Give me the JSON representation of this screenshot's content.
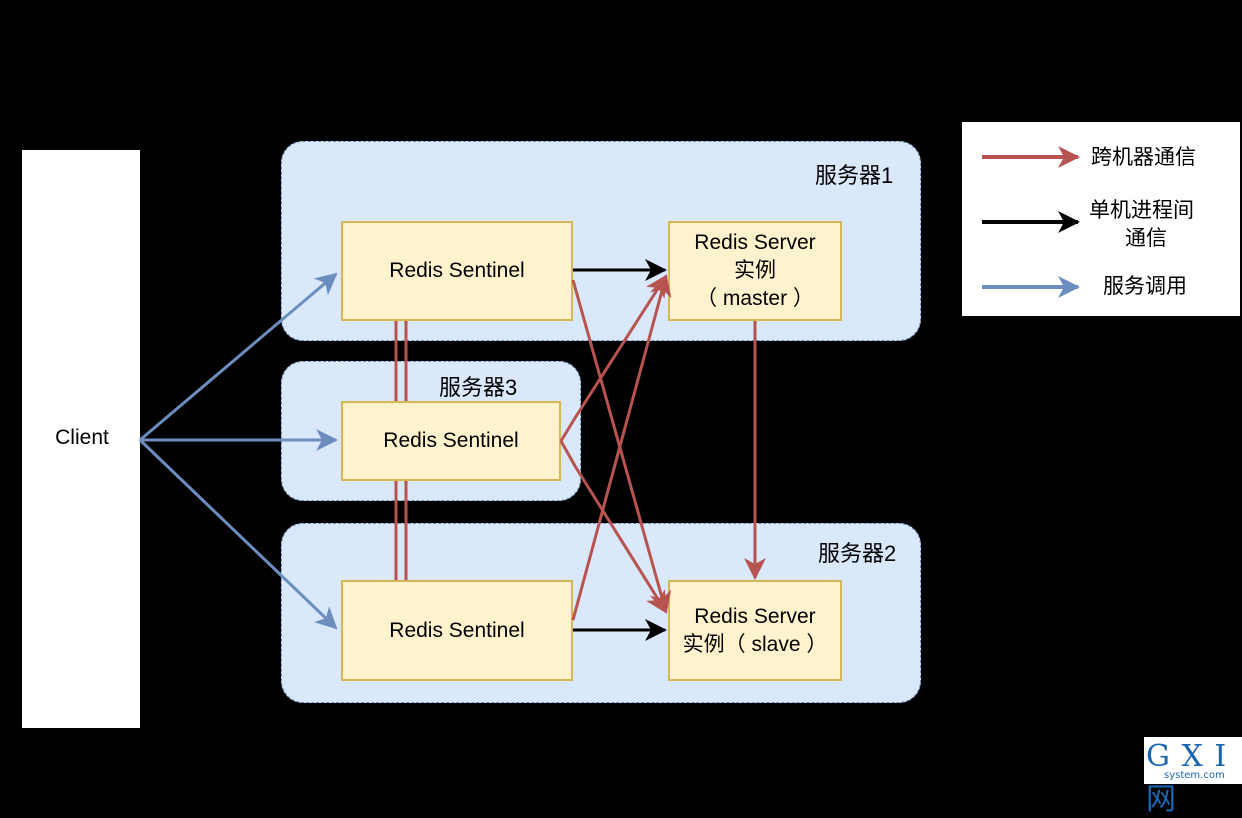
{
  "client": {
    "label": "Client"
  },
  "groups": {
    "server1": {
      "label": "服务器1"
    },
    "server3": {
      "label": "服务器3"
    },
    "server2": {
      "label": "服务器2"
    }
  },
  "nodes": {
    "sentinel1": {
      "label": "Redis Sentinel"
    },
    "sentinel3": {
      "label": "Redis Sentinel"
    },
    "sentinel2": {
      "label": "Redis Sentinel"
    },
    "master": {
      "line1": "Redis Server",
      "line2": "实例",
      "line3": "（ master ）"
    },
    "slave": {
      "line1": "Redis Server",
      "line2": "实例（ slave ）"
    }
  },
  "legend": {
    "cross_machine": {
      "label": "跨机器通信",
      "color": "#b85450"
    },
    "local_ipc": {
      "line1": "单机进程间",
      "line2": "通信",
      "color": "#000000"
    },
    "service_call": {
      "label": "服务调用",
      "color": "#6c8ebf"
    }
  },
  "watermark": {
    "main": "G X I 网",
    "sub": "system.com"
  }
}
